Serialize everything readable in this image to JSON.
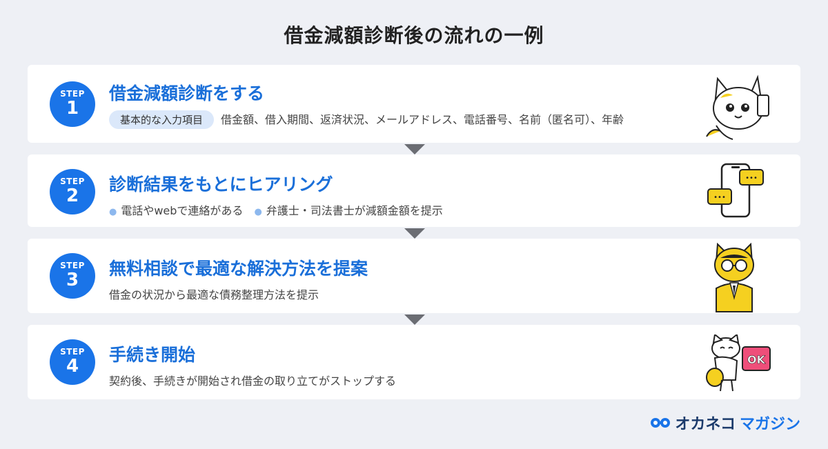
{
  "title": "借金減額診断後の流れの一例",
  "steps": [
    {
      "step_label": "STEP",
      "number": "1",
      "title": "借金減額診断をする",
      "pill": "基本的な入力項目",
      "desc": "借金額、借入期間、返済状況、メールアドレス、電話番号、名前（匿名可）、年齢"
    },
    {
      "step_label": "STEP",
      "number": "2",
      "title": "診断結果をもとにヒアリング",
      "bullets": [
        "電話やwebで連絡がある",
        "弁護士・司法書士が減額金額を提示"
      ]
    },
    {
      "step_label": "STEP",
      "number": "3",
      "title": "無料相談で最適な解決方法を提案",
      "desc": "借金の状況から最適な債務整理方法を提示"
    },
    {
      "step_label": "STEP",
      "number": "4",
      "title": "手続き開始",
      "desc": "契約後、手続きが開始され借金の取り立てがストップする"
    }
  ],
  "ok_sign": "OK",
  "chat_dots": "•••",
  "brand": {
    "part1": "オカネコ",
    "part2": "マガジン"
  },
  "colors": {
    "accent": "#1a74e8",
    "title_blue": "#1a6fd9",
    "background": "#eef0f5",
    "cat_yellow": "#f5d020",
    "ok_pink": "#ef4e7a"
  }
}
